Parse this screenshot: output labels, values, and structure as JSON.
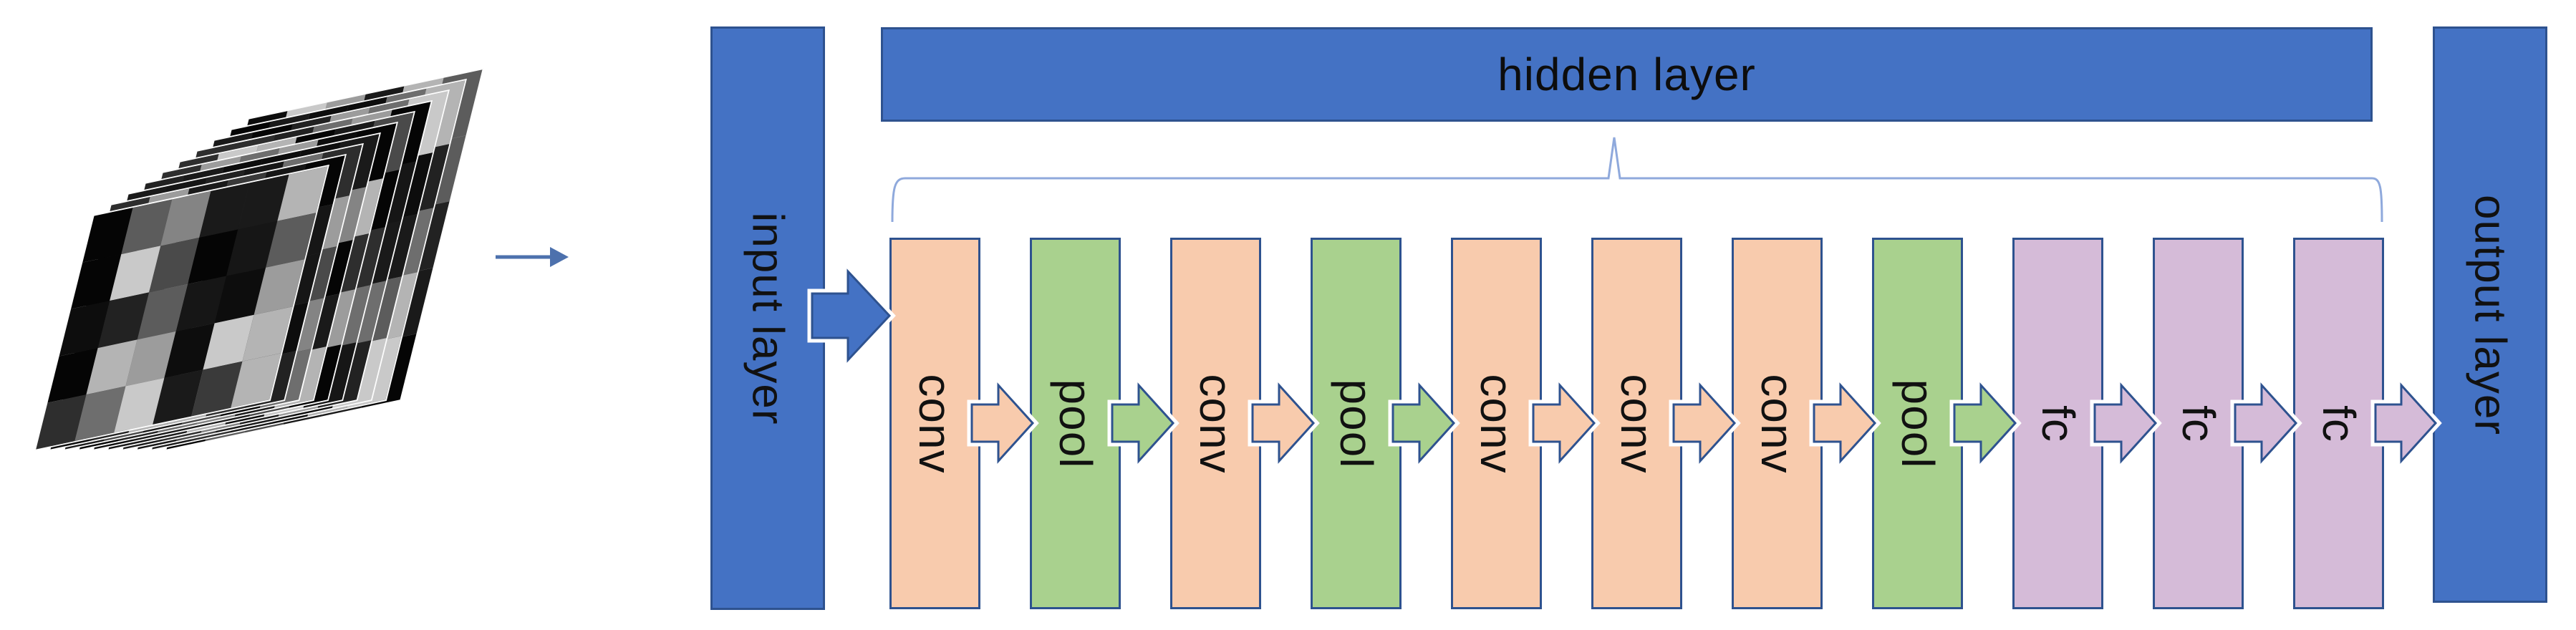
{
  "diagram": {
    "title": "convolutional neural network layer diagram",
    "input_stack": {
      "sheets": 10,
      "description": "stack of grayscale pixelated input feature maps"
    },
    "input_label": "input layer",
    "hidden_label": "hidden layer",
    "output_label": "output layer",
    "blocks": [
      {
        "label": "conv",
        "type": "conv"
      },
      {
        "label": "pool",
        "type": "pool"
      },
      {
        "label": "conv",
        "type": "conv"
      },
      {
        "label": "pool",
        "type": "pool"
      },
      {
        "label": "conv",
        "type": "conv"
      },
      {
        "label": "conv",
        "type": "conv"
      },
      {
        "label": "conv",
        "type": "conv"
      },
      {
        "label": "pool",
        "type": "pool"
      },
      {
        "label": "fc",
        "type": "fc"
      },
      {
        "label": "fc",
        "type": "fc"
      },
      {
        "label": "fc",
        "type": "fc"
      }
    ],
    "colors": {
      "layer_blue": "#4472c4",
      "outline_navy": "#2e528f",
      "conv_fill": "#f8cbad",
      "pool_fill": "#a9d18e",
      "fc_fill": "#d5bbd8",
      "brace_blue": "#8fa9dc",
      "small_arrow_blue": "#4d71ad",
      "label_color": "#111111"
    }
  }
}
